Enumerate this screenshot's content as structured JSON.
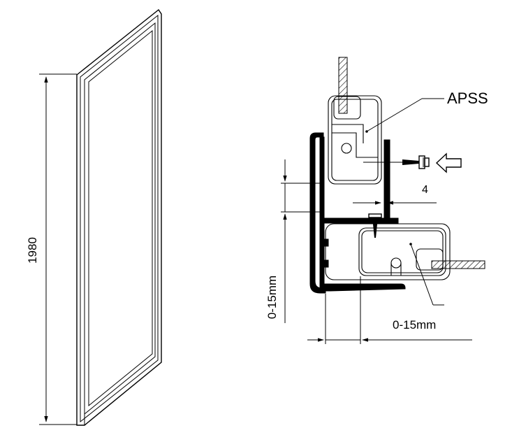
{
  "labels": {
    "height_dimension": "1980",
    "part_name": "APSS",
    "screw_distance": "4",
    "vertical_adjustment": "0-15mm",
    "horizontal_adjustment": "0-15mm"
  }
}
